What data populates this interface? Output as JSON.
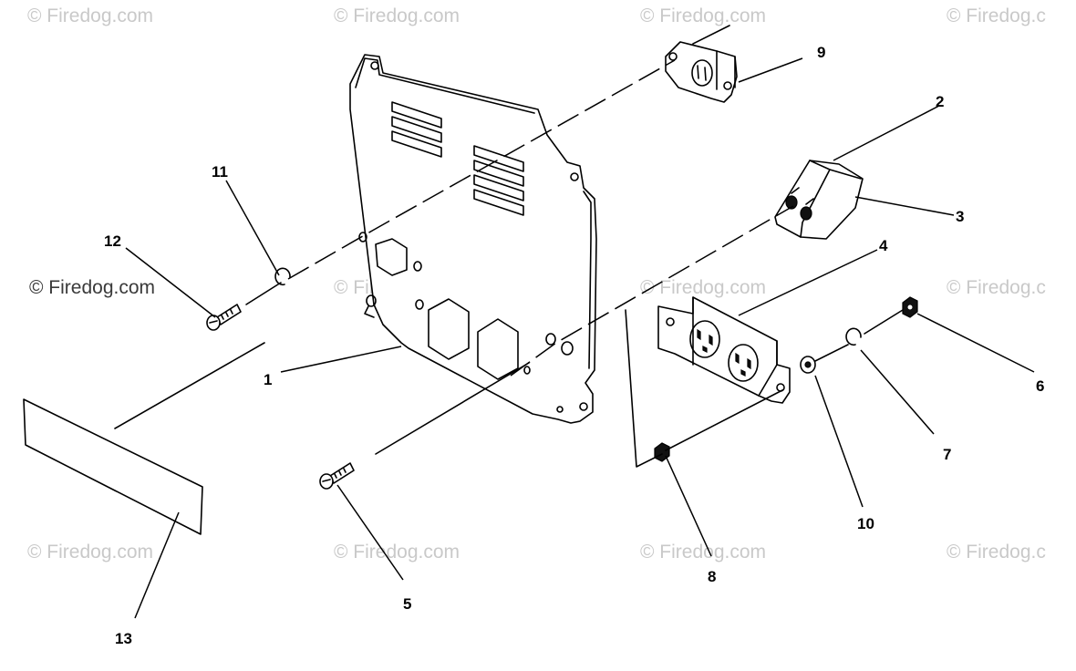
{
  "watermark": {
    "text": "© Firedog.com",
    "text_cropped": "© Firedog.c",
    "color": "#c9c9c9",
    "strong_color": "#3a3a3a"
  },
  "callouts": [
    {
      "id": "1",
      "label": "1"
    },
    {
      "id": "2",
      "label": "2"
    },
    {
      "id": "3",
      "label": "3"
    },
    {
      "id": "4",
      "label": "4"
    },
    {
      "id": "5",
      "label": "5"
    },
    {
      "id": "6",
      "label": "6"
    },
    {
      "id": "7",
      "label": "7"
    },
    {
      "id": "8",
      "label": "8"
    },
    {
      "id": "9",
      "label": "9"
    },
    {
      "id": "10",
      "label": "10"
    },
    {
      "id": "11",
      "label": "11"
    },
    {
      "id": "12",
      "label": "12"
    },
    {
      "id": "13",
      "label": "13"
    }
  ]
}
